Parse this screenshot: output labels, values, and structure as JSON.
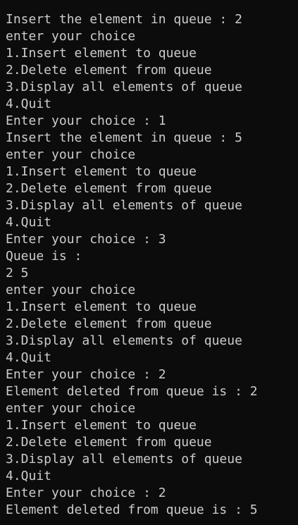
{
  "terminal": {
    "lines": [
      "Insert the element in queue : 2",
      "enter your choice",
      "1.Insert element to queue",
      "2.Delete element from queue",
      "3.Display all elements of queue",
      "4.Quit",
      "Enter your choice : 1",
      "Insert the element in queue : 5",
      "enter your choice",
      "1.Insert element to queue",
      "2.Delete element from queue",
      "3.Display all elements of queue",
      "4.Quit",
      "Enter your choice : 3",
      "Queue is :",
      "2 5",
      "enter your choice",
      "1.Insert element to queue",
      "2.Delete element from queue",
      "3.Display all elements of queue",
      "4.Quit",
      "Enter your choice : 2",
      "Element deleted from queue is : 2",
      "enter your choice",
      "1.Insert element to queue",
      "2.Delete element from queue",
      "3.Display all elements of queue",
      "4.Quit",
      "Enter your choice : 2",
      "Element deleted from queue is : 5"
    ],
    "colors": {
      "background": "#0c0c0c",
      "text": "#cccccc"
    }
  }
}
